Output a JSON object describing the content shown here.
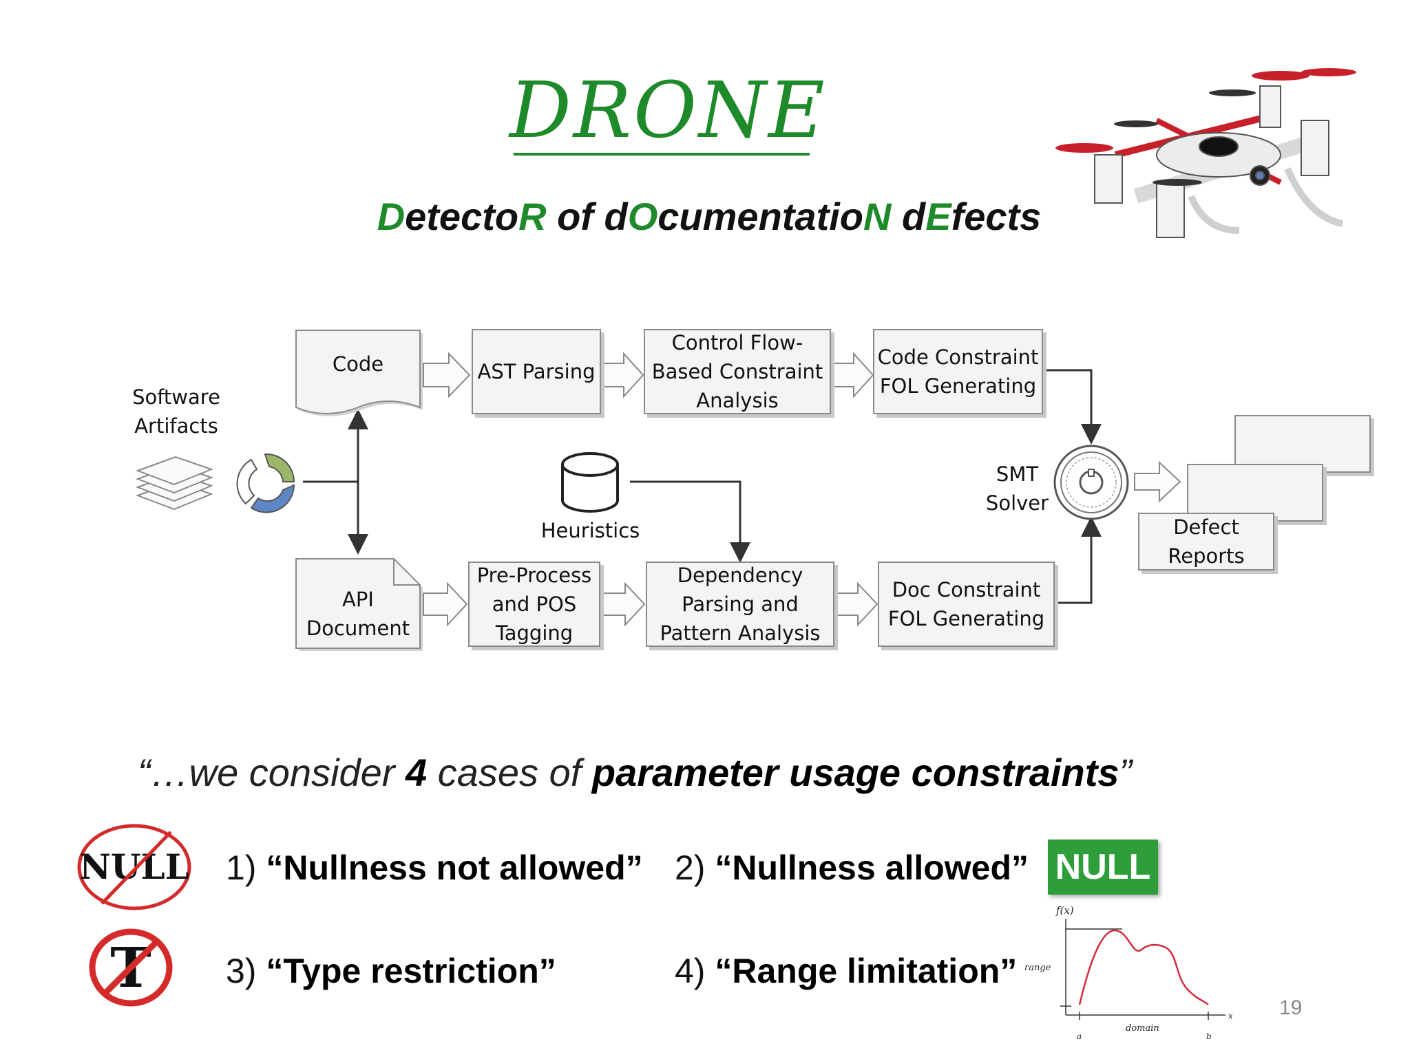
{
  "title": "DRONE",
  "subtitle": [
    {
      "text": "D",
      "accent": true
    },
    {
      "text": "etecto",
      "accent": false
    },
    {
      "text": "R",
      "accent": true
    },
    {
      "text": " of d",
      "accent": false
    },
    {
      "text": "O",
      "accent": true
    },
    {
      "text": "cumentatio",
      "accent": false
    },
    {
      "text": "N",
      "accent": true
    },
    {
      "text": " d",
      "accent": false
    },
    {
      "text": "E",
      "accent": true
    },
    {
      "text": "fects",
      "accent": false
    }
  ],
  "diagram": {
    "software_artifacts": "Software\nArtifacts",
    "code": "Code",
    "ast_parsing": "AST Parsing",
    "control_flow": "Control Flow-\nBased Constraint\nAnalysis",
    "code_constraint": "Code Constraint\nFOL Generating",
    "heuristics": "Heuristics",
    "api_document": "API\nDocument",
    "pre_process": "Pre-Process\nand POS\nTagging",
    "dependency": "Dependency\nParsing and\nPattern Analysis",
    "doc_constraint": "Doc Constraint\nFOL Generating",
    "smt_solver": "SMT\nSolver",
    "defect_reports": "Defect\nReports"
  },
  "quote": {
    "open": "“…we consider ",
    "number": "4",
    "middle": " cases of ",
    "emphasis": "parameter usage constraints",
    "close": "”"
  },
  "cases": [
    {
      "num": "1) ",
      "label": "“Nullness not allowed”"
    },
    {
      "num": "2) ",
      "label": "“Nullness allowed”"
    },
    {
      "num": "3) ",
      "label": "“Type restriction”"
    },
    {
      "num": "4) ",
      "label": "“Range limitation”"
    }
  ],
  "null_badge": "NULL",
  "null_icon_text": "NULL",
  "type_icon_text": "T",
  "graph_labels": {
    "fx": "f(x)",
    "range": "range",
    "domain": "domain",
    "a": "a",
    "b": "b",
    "x": "x"
  },
  "page_number": "19",
  "colors": {
    "accent_green": "#1e8a2a",
    "badge_green": "#2e9e3a",
    "drone_red": "#c8202a",
    "prohibit_red": "#d42a2a"
  }
}
